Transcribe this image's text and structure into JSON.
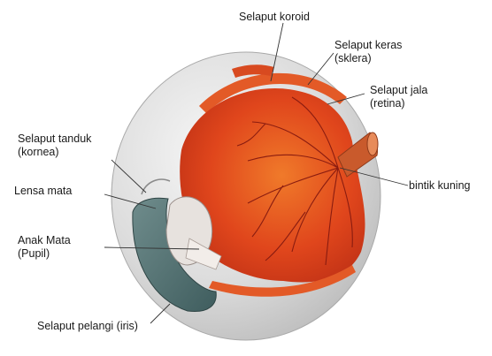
{
  "labels": {
    "choroid": "Selaput koroid",
    "sclera_line1": "Selaput keras",
    "sclera_line2": "(sklera)",
    "retina_line1": "Selaput jala",
    "retina_line2": "(retina)",
    "cornea_line1": "Selaput tanduk",
    "cornea_line2": "(kornea)",
    "macula": "bintik kuning",
    "lens": "Lensa mata",
    "pupil_line1": "Anak Mata",
    "pupil_line2": "(Pupil)",
    "iris": "Selaput pelangi (iris)"
  },
  "colors": {
    "sclera": "#d6d6d6",
    "retina": "#e0461c",
    "retina_dark": "#b82c14",
    "iris": "#4f6f70",
    "vessels": "#8a1c10",
    "leader_lines": "#333333"
  }
}
